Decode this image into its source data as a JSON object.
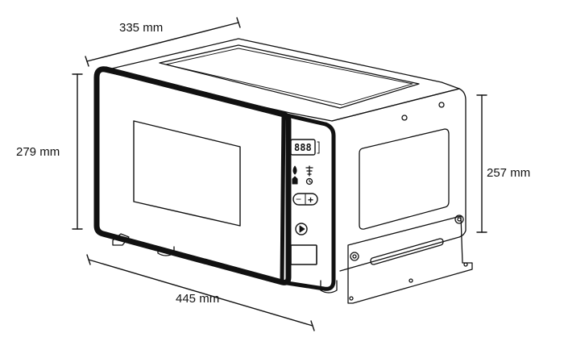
{
  "dimensions": {
    "width_label": "335 mm",
    "height_front_label": "279 mm",
    "height_side_label": "257 mm",
    "depth_label": "445 mm"
  },
  "display": {
    "digits": "888"
  },
  "controls": {
    "minus_symbol": "−",
    "plus_symbol": "+"
  },
  "colors": {
    "line": "#111111",
    "background": "#ffffff"
  }
}
